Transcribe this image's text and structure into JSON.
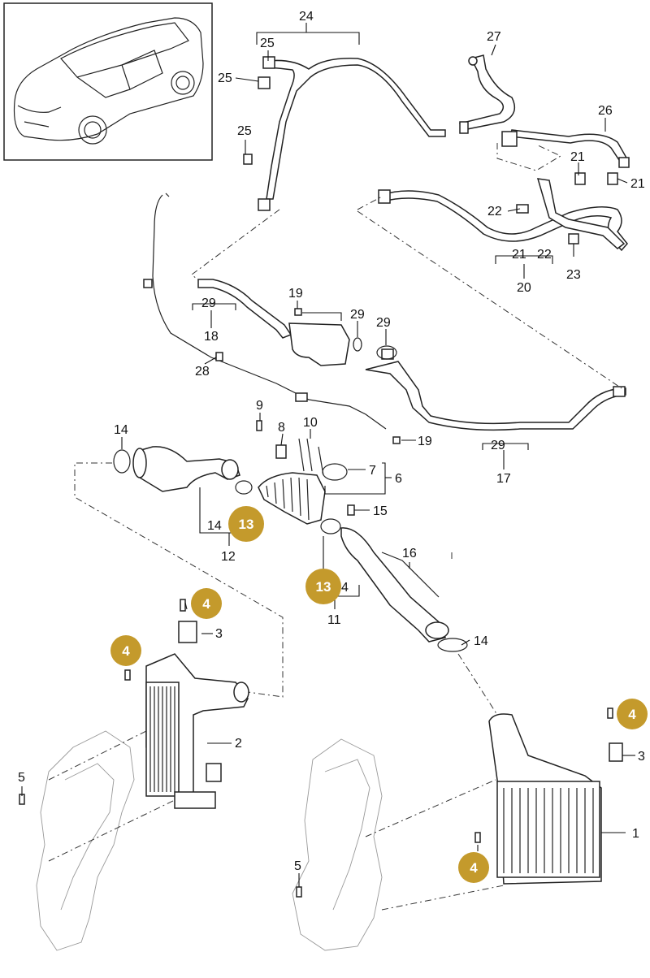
{
  "figure": {
    "badge_color": "#c49a2c",
    "callouts": [
      {
        "id": "c24",
        "text": "24"
      },
      {
        "id": "c25a",
        "text": "25"
      },
      {
        "id": "c25b",
        "text": "25"
      },
      {
        "id": "c25c",
        "text": "25"
      },
      {
        "id": "c27",
        "text": "27"
      },
      {
        "id": "c26",
        "text": "26"
      },
      {
        "id": "c21a",
        "text": "21"
      },
      {
        "id": "c21b",
        "text": "21"
      },
      {
        "id": "c22",
        "text": "22"
      },
      {
        "id": "c21c",
        "text": "21"
      },
      {
        "id": "c22b",
        "text": "22"
      },
      {
        "id": "c20",
        "text": "20"
      },
      {
        "id": "c23",
        "text": "23"
      },
      {
        "id": "c19a",
        "text": "19"
      },
      {
        "id": "c29a",
        "text": "29"
      },
      {
        "id": "c18",
        "text": "18"
      },
      {
        "id": "c29b",
        "text": "29"
      },
      {
        "id": "c29c",
        "text": "29"
      },
      {
        "id": "c28",
        "text": "28"
      },
      {
        "id": "c9",
        "text": "9"
      },
      {
        "id": "c8",
        "text": "8"
      },
      {
        "id": "c10",
        "text": "10"
      },
      {
        "id": "c19b",
        "text": "19"
      },
      {
        "id": "c29d",
        "text": "29"
      },
      {
        "id": "c17",
        "text": "17"
      },
      {
        "id": "c14a",
        "text": "14"
      },
      {
        "id": "c7",
        "text": "7"
      },
      {
        "id": "c6",
        "text": "6"
      },
      {
        "id": "c15",
        "text": "15"
      },
      {
        "id": "c14b",
        "text": "14"
      },
      {
        "id": "c12",
        "text": "12"
      },
      {
        "id": "c16",
        "text": "16"
      },
      {
        "id": "c4a",
        "text": "4"
      },
      {
        "id": "c11",
        "text": "11"
      },
      {
        "id": "c3a",
        "text": "3"
      },
      {
        "id": "c14c",
        "text": "14"
      },
      {
        "id": "c2",
        "text": "2"
      },
      {
        "id": "c5a",
        "text": "5"
      },
      {
        "id": "c3b",
        "text": "3"
      },
      {
        "id": "c1",
        "text": "1"
      },
      {
        "id": "c5b",
        "text": "5"
      }
    ],
    "badges": [
      {
        "id": "b13a",
        "text": "13"
      },
      {
        "id": "b13b",
        "text": "13"
      },
      {
        "id": "b4a",
        "text": "4"
      },
      {
        "id": "b4b",
        "text": "4"
      },
      {
        "id": "b4c",
        "text": "4"
      },
      {
        "id": "b4d",
        "text": "4"
      }
    ]
  }
}
